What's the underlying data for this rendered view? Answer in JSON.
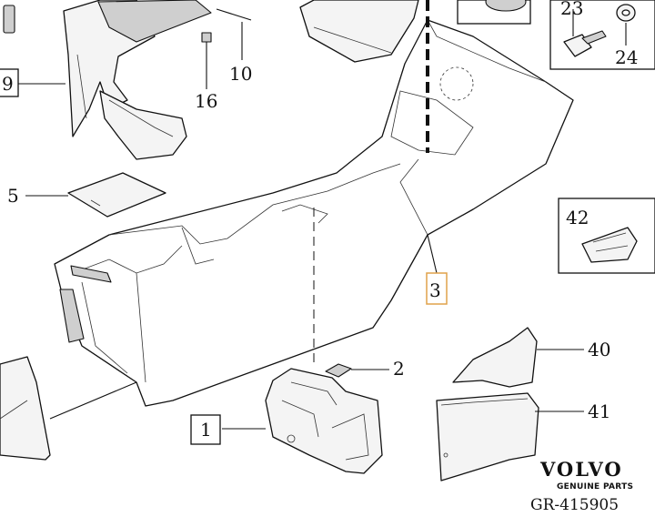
{
  "callouts": {
    "c1": "1",
    "c2": "2",
    "c3": "3",
    "c5": "5",
    "c9": "9",
    "c10": "10",
    "c16": "16",
    "c23": "23",
    "c24": "24",
    "c40": "40",
    "c41": "41",
    "c42": "42"
  },
  "brand": {
    "name": "VOLVO",
    "tagline": "GENUINE PARTS"
  },
  "reference": "GR-415905",
  "colors": {
    "highlight_box": "#e0a24a",
    "ink": "#111111"
  }
}
